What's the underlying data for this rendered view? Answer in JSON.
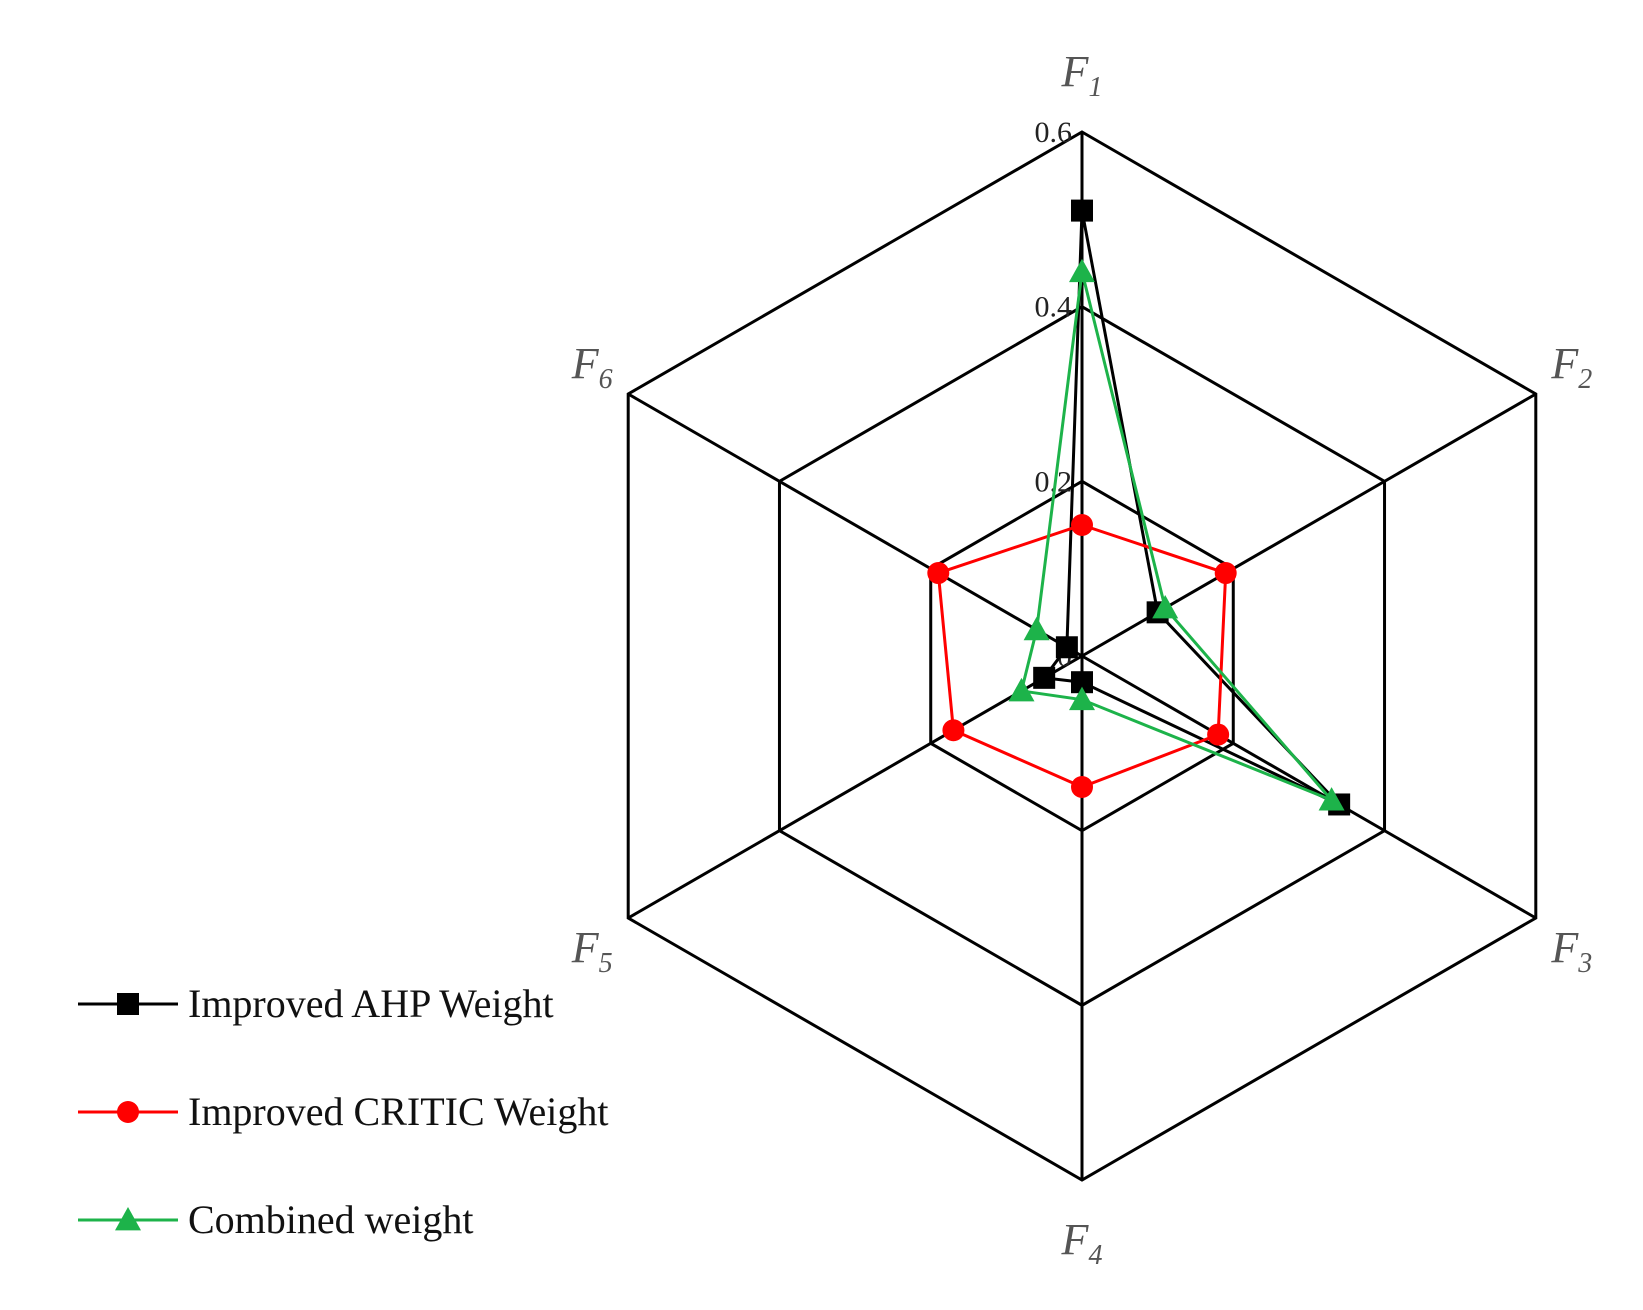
{
  "chart_data": {
    "type": "radar",
    "axes": [
      {
        "letter": "F",
        "sub": "1"
      },
      {
        "letter": "F",
        "sub": "2"
      },
      {
        "letter": "F",
        "sub": "3"
      },
      {
        "letter": "F",
        "sub": "4"
      },
      {
        "letter": "F",
        "sub": "5"
      },
      {
        "letter": "F",
        "sub": "6"
      }
    ],
    "ticks": [
      0,
      0.2,
      0.4,
      0.6
    ],
    "tick_labels": [
      "0",
      "0.2",
      "0.4",
      "0.6"
    ],
    "range": [
      0,
      0.6
    ],
    "series": [
      {
        "name": "Improved AHP Weight",
        "color": "#000000",
        "marker": "square",
        "values": [
          0.51,
          0.1,
          0.34,
          0.03,
          0.05,
          0.02
        ]
      },
      {
        "name": "Improved CRITIC Weight",
        "color": "#ff0000",
        "marker": "circle",
        "values": [
          0.15,
          0.19,
          0.18,
          0.15,
          0.17,
          0.19
        ]
      },
      {
        "name": "Combined weight",
        "color": "#1db34a",
        "marker": "triangle",
        "values": [
          0.44,
          0.11,
          0.33,
          0.05,
          0.08,
          0.06
        ]
      }
    ],
    "legend_position": "bottom-left"
  }
}
